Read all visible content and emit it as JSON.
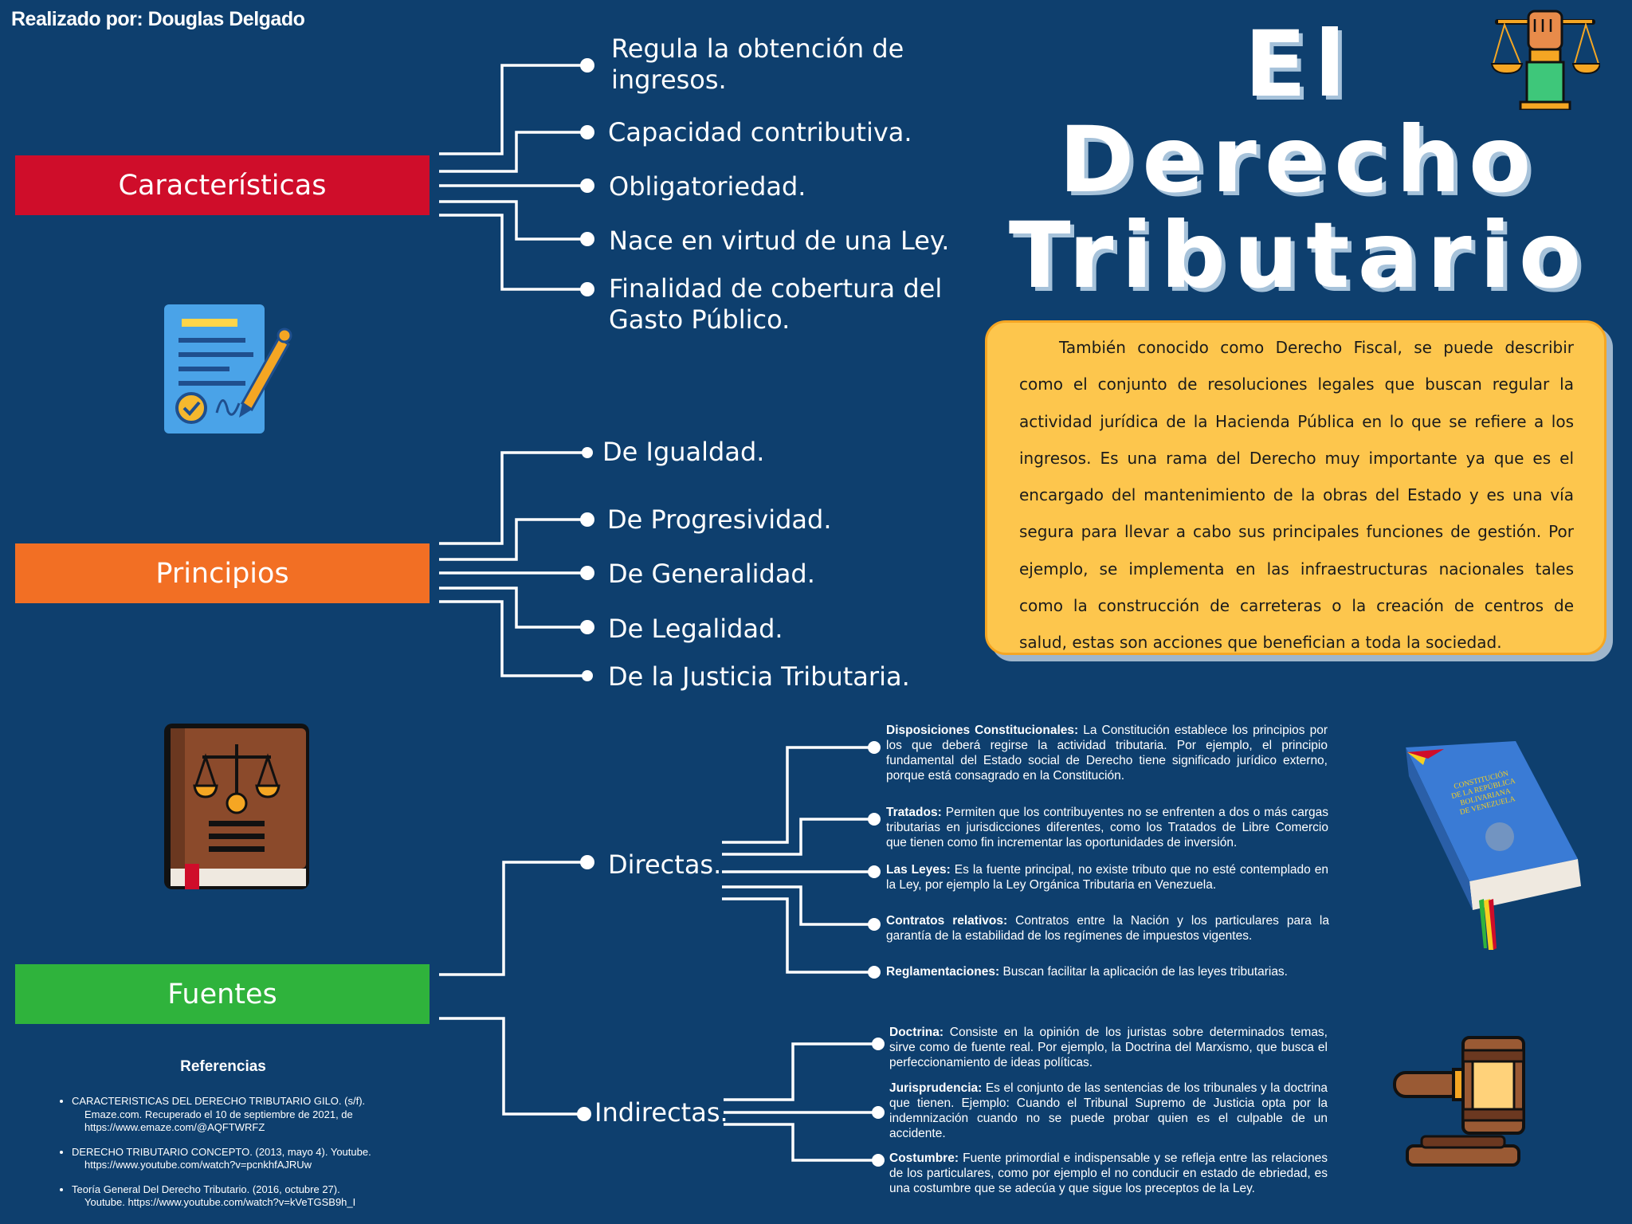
{
  "author": "Realizado por: Douglas Delgado",
  "title": {
    "line1": "El",
    "line2": "Derecho",
    "line3": "Tributario"
  },
  "colors": {
    "background": "#0e3f6e",
    "caracteristicas": "#cf0d2a",
    "principios": "#f26f24",
    "fuentes": "#2fb33c",
    "description_box": "#fdc64d"
  },
  "description": "También conocido como Derecho Fiscal, se puede describir como el conjunto de  resoluciones legales que buscan regular la actividad jurídica de la Hacienda Pública en lo que se refiere a los ingresos.  Es una rama del Derecho muy importante ya que es el encargado del mantenimiento de la obras del Estado y es una vía segura para llevar a cabo sus principales funciones de gestión. Por ejemplo, se implementa en las infraestructuras nacionales tales como la construcción de carreteras o la creación de centros de salud, estas son acciones que benefician a toda la sociedad.",
  "caracteristicas": {
    "label": "Características",
    "items": [
      "Regula la obtención de ingresos.",
      "Capacidad contributiva.",
      "Obligatoriedad.",
      "Nace en virtud de una Ley.",
      "Finalidad de cobertura del Gasto Público."
    ]
  },
  "principios": {
    "label": "Principios",
    "items": [
      "De Igualdad.",
      "De Progresividad.",
      "De Generalidad.",
      "De Legalidad.",
      "De la Justicia Tributaria."
    ]
  },
  "fuentes": {
    "label": "Fuentes",
    "directas": {
      "label": "Directas.",
      "items": [
        {
          "term": "Disposiciones Constitucionales:",
          "text": "La Constitución establece los principios por los que deberá regirse la actividad tributaria. Por ejemplo, el principio fundamental del Estado social de Derecho tiene significado jurídico externo, porque está consagrado en la Constitución."
        },
        {
          "term": "Tratados:",
          "text": "Permiten que los contribuyentes no se enfrenten a dos o más cargas tributarias en jurisdicciones diferentes, como los Tratados de Libre Comercio que tienen como fin  incrementar las oportunidades de inversión."
        },
        {
          "term": "Las Leyes:",
          "text": "Es la fuente principal, no existe tributo que no esté contemplado en la Ley, por ejemplo la Ley Orgánica Tributaria en Venezuela."
        },
        {
          "term": "Contratos relativos:",
          "text": "Contratos entre la Nación y los particulares para la garantía de la estabilidad de los regímenes de impuestos vigentes."
        },
        {
          "term": "Reglamentaciones:",
          "text": "Buscan facilitar la aplicación de las leyes tributarias."
        }
      ]
    },
    "indirectas": {
      "label": "Indirectas.",
      "items": [
        {
          "term": "Doctrina:",
          "text": "Consiste en la opinión de los juristas sobre determinados temas, sirve como de fuente real. Por ejemplo, la Doctrina del Marxismo, que busca el perfeccionamiento de ideas políticas."
        },
        {
          "term": "Jurisprudencia:",
          "text": "Es el conjunto de las sentencias de los tribunales y la doctrina que tienen. Ejemplo: Cuando el Tribunal Supremo de Justicia opta por la indemnización cuando no se puede probar quien es el culpable de un accidente."
        },
        {
          "term": "Costumbre:",
          "text": "Fuente primordial e indispensable  y se refleja entre las relaciones de los particulares, como por ejemplo el no conducir en estado de ebriedad, es una costumbre que se adecúa y que sigue los preceptos de la Ley."
        }
      ]
    }
  },
  "referencias": {
    "title": "Referencias",
    "items": [
      {
        "l1": "CARACTERISTICAS DEL DERECHO TRIBUTARIO GILO. (s/f).",
        "l2": "Emaze.com. Recuperado el 10 de septiembre de 2021, de",
        "l3": "https://www.emaze.com/@AQFTWRFZ"
      },
      {
        "l1": "DERECHO TRIBUTARIO CONCEPTO. (2013, mayo 4). Youtube.",
        "l2": "https://www.youtube.com/watch?v=pcnkhfAJRUw",
        "l3": ""
      },
      {
        "l1": "Teoría General Del Derecho Tributario. (2016, octubre 27).",
        "l2": "Youtube. https://www.youtube.com/watch?v=kVeTGSB9h_I",
        "l3": ""
      }
    ]
  },
  "book_cover_text": {
    "l1": "CONSTITUCIÓN",
    "l2": "DE LA REPÚBLICA",
    "l3": "BOLIVARIANA",
    "l4": "DE VENEZUELA"
  },
  "icons": [
    "scales-fist-icon",
    "signed-document-icon",
    "law-book-icon",
    "constitution-book-icon",
    "gavel-icon"
  ]
}
